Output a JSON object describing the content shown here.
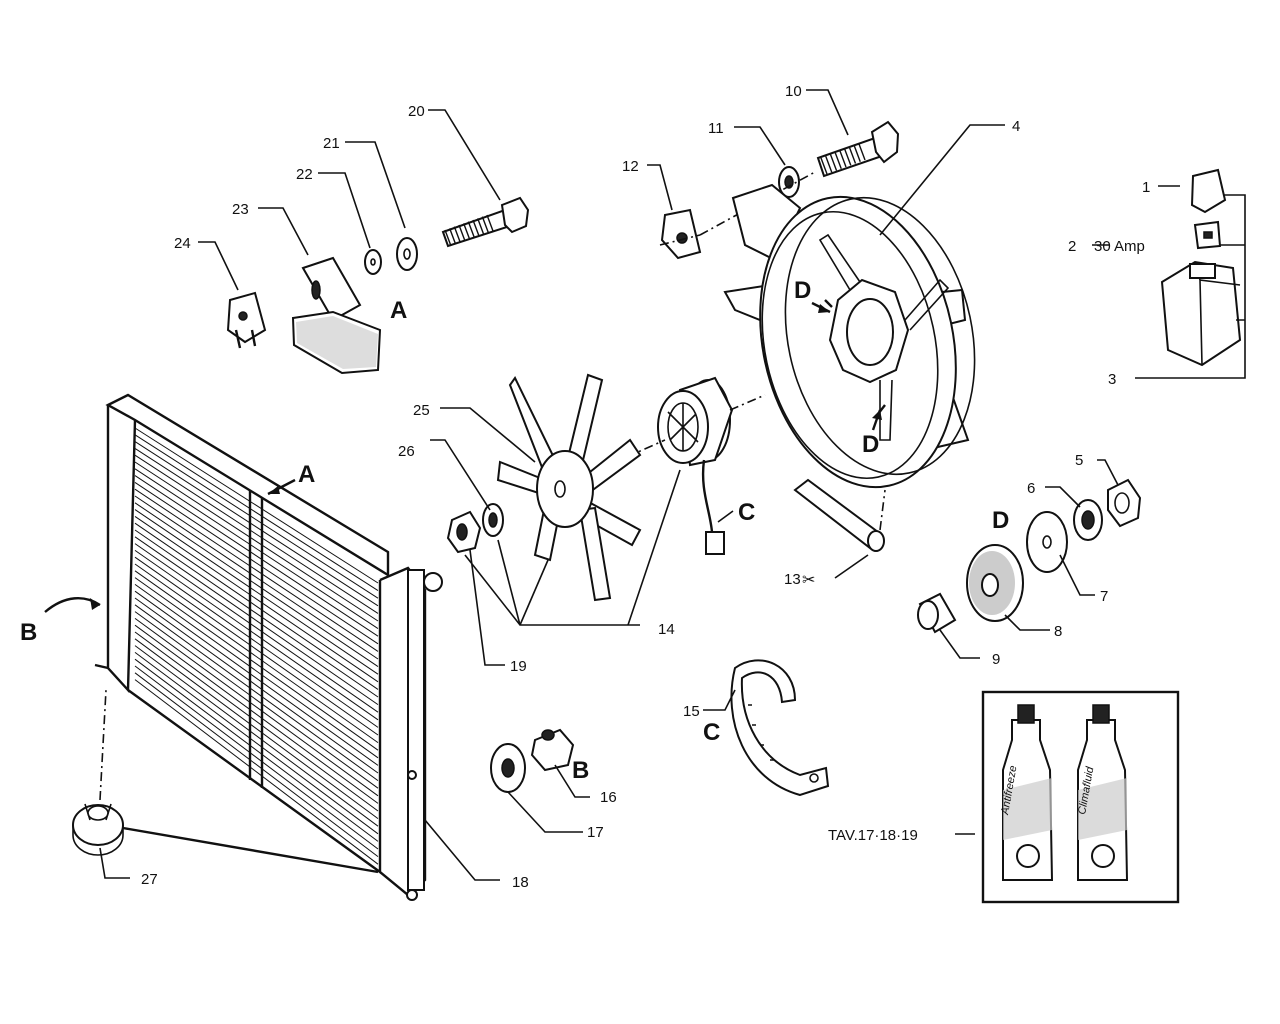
{
  "part_numbers": [
    "1",
    "2",
    "3",
    "4",
    "5",
    "6",
    "7",
    "8",
    "9",
    "10",
    "11",
    "12",
    "13",
    "14",
    "15",
    "16",
    "17",
    "18",
    "19",
    "20",
    "21",
    "22",
    "23",
    "24",
    "25",
    "26",
    "27"
  ],
  "relay_fuse_rating": "30 Amp",
  "reference_letters": {
    "a": "A",
    "b": "B",
    "c": "C",
    "d": "D"
  },
  "table_reference": "TAV.17·18·19",
  "bottles": [
    {
      "label": "Antifreeze",
      "sublabel": ""
    },
    {
      "label": "Climafluid",
      "sublabel": ""
    }
  ]
}
